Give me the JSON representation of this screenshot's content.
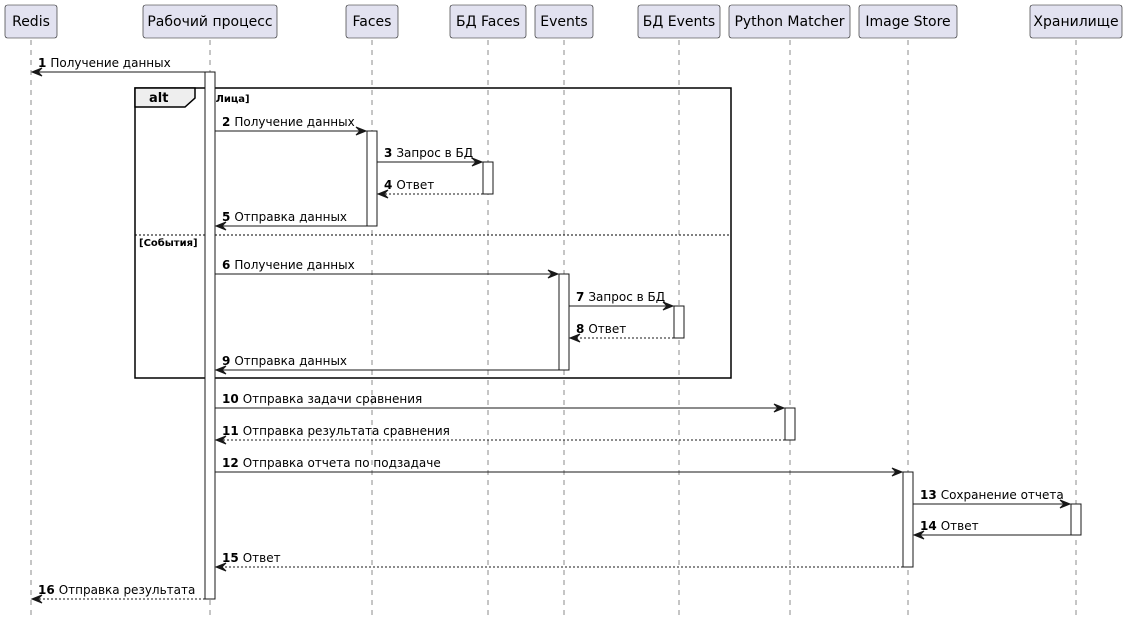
{
  "participants": [
    {
      "id": "redis",
      "label": "Redis"
    },
    {
      "id": "workflow",
      "label": "Рабочий процесс"
    },
    {
      "id": "faces",
      "label": "Faces"
    },
    {
      "id": "faces_db",
      "label": "БД Faces"
    },
    {
      "id": "events",
      "label": "Events"
    },
    {
      "id": "events_db",
      "label": "БД Events"
    },
    {
      "id": "matcher",
      "label": "Python Matcher"
    },
    {
      "id": "image_store",
      "label": "Image Store"
    },
    {
      "id": "storage",
      "label": "Хранилище"
    }
  ],
  "fragment": {
    "type": "alt",
    "conditions": [
      "[Лица]",
      "[События]"
    ]
  },
  "messages": [
    {
      "num": "1",
      "text": "Получение данных",
      "from": "workflow",
      "to": "redis",
      "style": "solid"
    },
    {
      "num": "2",
      "text": "Получение данных",
      "from": "workflow",
      "to": "faces",
      "style": "solid"
    },
    {
      "num": "3",
      "text": "Запрос в БД",
      "from": "faces",
      "to": "faces_db",
      "style": "solid"
    },
    {
      "num": "4",
      "text": "Ответ",
      "from": "faces_db",
      "to": "faces",
      "style": "dashed"
    },
    {
      "num": "5",
      "text": "Отправка данных",
      "from": "faces",
      "to": "workflow",
      "style": "solid"
    },
    {
      "num": "6",
      "text": "Получение данных",
      "from": "workflow",
      "to": "events",
      "style": "solid"
    },
    {
      "num": "7",
      "text": "Запрос в БД",
      "from": "events",
      "to": "events_db",
      "style": "solid"
    },
    {
      "num": "8",
      "text": "Ответ",
      "from": "events_db",
      "to": "events",
      "style": "dashed"
    },
    {
      "num": "9",
      "text": "Отправка данных",
      "from": "events",
      "to": "workflow",
      "style": "solid"
    },
    {
      "num": "10",
      "text": "Отправка задачи сравнения",
      "from": "workflow",
      "to": "matcher",
      "style": "solid"
    },
    {
      "num": "11",
      "text": "Отправка результата сравнения",
      "from": "matcher",
      "to": "workflow",
      "style": "dashed"
    },
    {
      "num": "12",
      "text": "Отправка отчета по подзадаче",
      "from": "workflow",
      "to": "image_store",
      "style": "solid"
    },
    {
      "num": "13",
      "text": "Сохранение отчета",
      "from": "image_store",
      "to": "storage",
      "style": "solid"
    },
    {
      "num": "14",
      "text": "Ответ",
      "from": "storage",
      "to": "image_store",
      "style": "solid"
    },
    {
      "num": "15",
      "text": "Ответ",
      "from": "image_store",
      "to": "workflow",
      "style": "dashed"
    },
    {
      "num": "16",
      "text": "Отправка результата",
      "from": "workflow",
      "to": "redis",
      "style": "dashed"
    }
  ]
}
